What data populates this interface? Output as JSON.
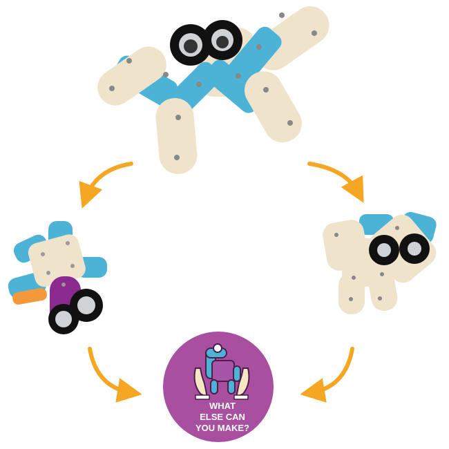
{
  "cta": {
    "lines": [
      "WHAT",
      "ELSE CAN",
      "YOU MAKE?"
    ]
  },
  "colors": {
    "felt_beige": "#efe4cb",
    "felt_blue": "#4db3d6",
    "felt_purple": "#8b2a8e",
    "felt_orange": "#f29a3a",
    "arrow": "#f5a623",
    "circle": "#a94fa0"
  }
}
